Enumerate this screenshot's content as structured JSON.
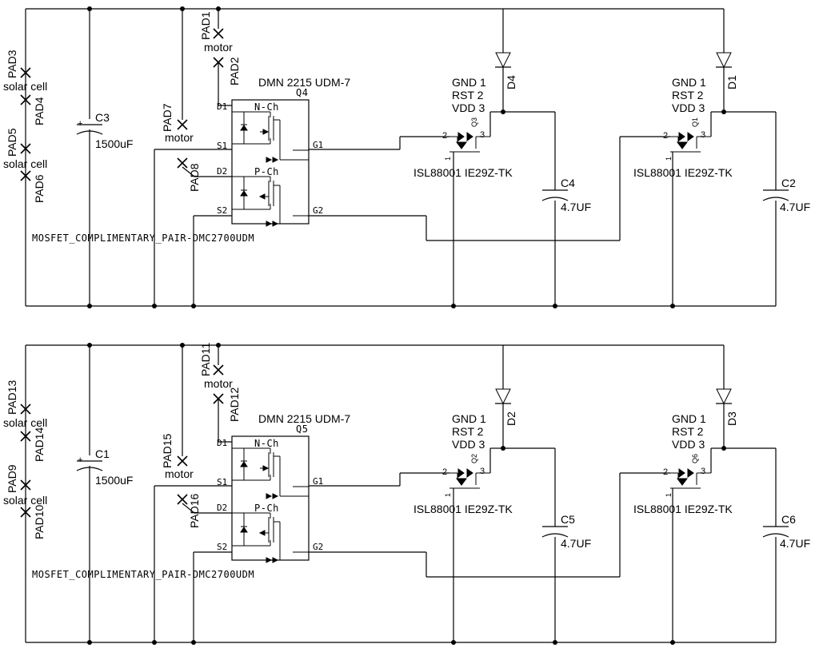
{
  "sections": [
    {
      "pads": {
        "top_motor_upper": "PAD1",
        "top_motor_lower": "PAD2",
        "top_motor_label": "motor",
        "solar1_upper": "PAD3",
        "solar1_lower": "PAD4",
        "solar1_label": "solar cell",
        "solar2_upper": "PAD5",
        "solar2_lower": "PAD6",
        "solar2_label": "solar cell",
        "motor2_upper": "PAD7",
        "motor2_label": "motor",
        "pin_d2": "PAD8"
      },
      "bulk_cap": {
        "name": "C3",
        "value": "1500uF",
        "plus": "+"
      },
      "mosfet": {
        "ref": "Q4",
        "part": "DMN 2215 UDM-7",
        "footprint": "MOSFET_COMPLIMENTARY_PAIR-DMC2700UDM",
        "n_ch": "N-Ch",
        "p_ch": "P-Ch",
        "pins": {
          "d1": "D1",
          "s1": "S1",
          "d2": "D2",
          "s2": "S2",
          "g1": "G1",
          "g2": "G2"
        }
      },
      "supervisors": [
        {
          "ref": "Q3",
          "part": "ISL88001 IE29Z-TK",
          "gnd": "GND 1",
          "rst": "RST 2",
          "vdd": "VDD 3",
          "p1": "1",
          "p2": "2",
          "p3": "3",
          "diode": "D4",
          "cap": "C4",
          "cap_value": "4.7UF"
        },
        {
          "ref": "Q1",
          "part": "ISL88001 IE29Z-TK",
          "gnd": "GND 1",
          "rst": "RST 2",
          "vdd": "VDD 3",
          "p1": "1",
          "p2": "2",
          "p3": "3",
          "diode": "D1",
          "cap": "C2",
          "cap_value": "4.7UF"
        }
      ]
    },
    {
      "pads": {
        "top_motor_upper": "PAD11",
        "top_motor_lower": "PAD12",
        "top_motor_label": "motor",
        "solar1_upper": "PAD13",
        "solar1_lower": "PAD14",
        "solar1_label": "solar cell",
        "solar2_upper": "PAD9",
        "solar2_lower": "PAD10",
        "solar2_label": "solar cell",
        "motor2_upper": "PAD15",
        "motor2_label": "motor",
        "pin_d2": "PAD16"
      },
      "bulk_cap": {
        "name": "C1",
        "value": "1500uF",
        "plus": "+"
      },
      "mosfet": {
        "ref": "Q5",
        "part": "DMN 2215 UDM-7",
        "footprint": "MOSFET_COMPLIMENTARY_PAIR-DMC2700UDM",
        "n_ch": "N-Ch",
        "p_ch": "P-Ch",
        "pins": {
          "d1": "D1",
          "s1": "S1",
          "d2": "D2",
          "s2": "S2",
          "g1": "G1",
          "g2": "G2"
        }
      },
      "supervisors": [
        {
          "ref": "Q2",
          "part": "ISL88001 IE29Z-TK",
          "gnd": "GND 1",
          "rst": "RST 2",
          "vdd": "VDD 3",
          "p1": "1",
          "p2": "2",
          "p3": "3",
          "diode": "D2",
          "cap": "C5",
          "cap_value": "4.7UF"
        },
        {
          "ref": "Q6",
          "part": "ISL88001 IE29Z-TK",
          "gnd": "GND 1",
          "rst": "RST 2",
          "vdd": "VDD 3",
          "p1": "1",
          "p2": "2",
          "p3": "3",
          "diode": "D3",
          "cap": "C6",
          "cap_value": "4.7UF"
        }
      ]
    }
  ]
}
